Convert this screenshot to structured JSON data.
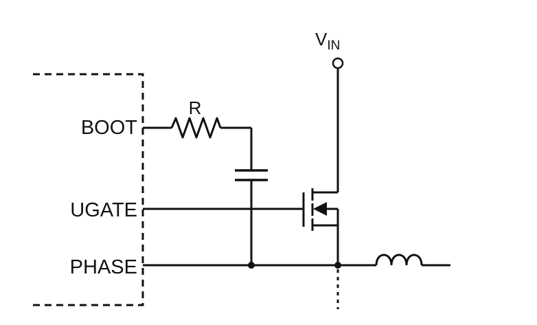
{
  "pins": {
    "boot": "BOOT",
    "ugate": "UGATE",
    "phase": "PHASE"
  },
  "components": {
    "resistor_label": "R",
    "supply_label_main": "V",
    "supply_label_sub": "IN"
  },
  "colors": {
    "line": "#111111",
    "background": "#ffffff"
  }
}
